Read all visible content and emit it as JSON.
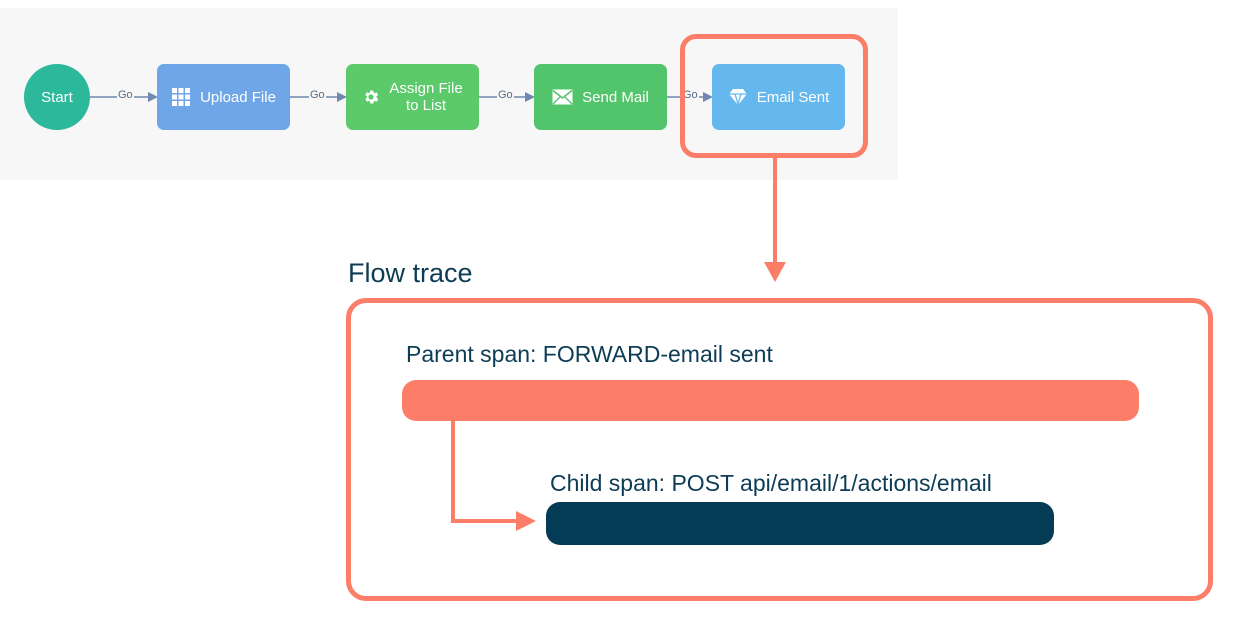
{
  "flow": {
    "start": {
      "label": "Start"
    },
    "nodes": [
      {
        "label": "Upload File",
        "icon": "grid-icon"
      },
      {
        "label": "Assign File\nto List",
        "icon": "gear-icon"
      },
      {
        "label": "Send Mail",
        "icon": "envelope-icon"
      },
      {
        "label": "Email Sent",
        "icon": "diamond-icon"
      }
    ],
    "connector_label": "Go"
  },
  "trace": {
    "title": "Flow trace",
    "parent_span": "Parent span: FORWARD-email sent",
    "child_span": "Child span: POST api/email/1/actions/email"
  },
  "colors": {
    "start": "#2cb89b",
    "upload": "#6ea6e8",
    "assign": "#5cc96a",
    "send": "#52c46b",
    "email_sent": "#64b8ee",
    "highlight": "#fd7e68",
    "parent_bar": "#fd7e68",
    "child_bar": "#043b55",
    "text_dark": "#0d3c55",
    "connector": "#6f89b0"
  }
}
